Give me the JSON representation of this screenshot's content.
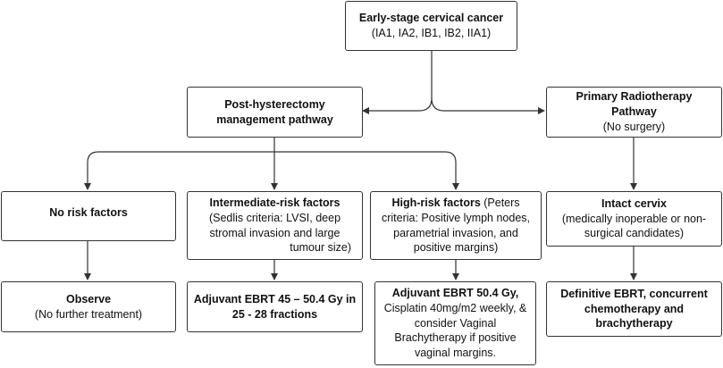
{
  "nodes": {
    "root": {
      "title": "Early-stage cervical cancer",
      "subtitle": "(IA1, IA2, IB1, IB2, IIA1)"
    },
    "post_hysterectomy": {
      "title_line1": "Post-hysterectomy",
      "title_line2": "management pathway"
    },
    "primary_rt": {
      "title": "Primary Radiotherapy Pathway",
      "subtitle": "(No surgery)"
    },
    "no_risk": {
      "title": "No risk factors"
    },
    "intermediate": {
      "title": "Intermediate-risk factors",
      "line1": "(Sedlis criteria: LVSI, deep",
      "line2": "stromal invasion and large",
      "line3": "tumour size)"
    },
    "high": {
      "title": "High-risk factors",
      "title_suffix": " (Peters",
      "line1": "criteria: Positive lymph nodes,",
      "line2": "parametrial invasion, and",
      "line3": "positive margins)"
    },
    "intact_cervix": {
      "title": "Intact cervix",
      "line1": "(medically inoperable or non-",
      "line2": "surgical candidates)"
    },
    "observe": {
      "title": "Observe",
      "subtitle": "(No further treatment)"
    },
    "adjuvant_ebrt_intermediate": {
      "line1": "Adjuvant EBRT 45 – 50.4 Gy in",
      "line2": "25 - 28 fractions"
    },
    "adjuvant_ebrt_high": {
      "title": "Adjuvant EBRT 50.4 Gy,",
      "line1": "Cisplatin 40mg/m2 weekly, &",
      "line2": "consider Vaginal",
      "line3": "Brachytherapy if positive",
      "line4": "vaginal margins."
    },
    "definitive": {
      "line1": "Definitive EBRT, concurrent",
      "line2": "chemotherapy and",
      "line3": "brachytherapy"
    }
  }
}
